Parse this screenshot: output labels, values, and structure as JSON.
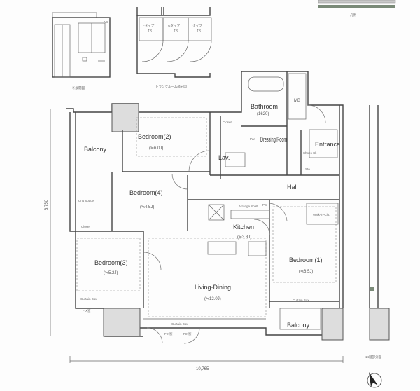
{
  "detail_views": {
    "elevation_ac": "AC",
    "elevation_caption": "④展開図",
    "trunk_rooms": [
      {
        "type": "Fタイプ",
        "code": "TR"
      },
      {
        "type": "Gタイプ",
        "code": "TR"
      },
      {
        "type": "Iタイプ",
        "code": "TR"
      }
    ],
    "trunk_caption": "トランクルーム部分図",
    "legend_caption": "凡例"
  },
  "rooms": {
    "bathroom": "Bathroom",
    "bathroom_size": "(1620)",
    "mb": "MB",
    "bedroom2": "Bedroom(2)",
    "bedroom2_size": "(≒6.0J)",
    "balcony_left": "Balcony",
    "closet": "Closet",
    "pan": "Pan",
    "dressing": "Dressing Room",
    "lav": "Lav.",
    "entrance": "Entrance",
    "shoes_cl": "Shoes Cl.",
    "sto": "Sto.",
    "hall": "Hall",
    "bedroom4": "Bedroom(4)",
    "bedroom4_size": "(≒4.5J)",
    "unit_space": "Unit Space",
    "arrange_shelf": "Arrange Shelf",
    "ps": "PS",
    "kitchen": "Kitchen",
    "kitchen_size": "(≒3.3J)",
    "bedroom3": "Bedroom(3)",
    "bedroom3_size": "(≒5.2J)",
    "living": "Living·Dining",
    "living_size": "(≒12.0J)",
    "bedroom1": "Bedroom(1)",
    "bedroom1_size": "(≒6.5J)",
    "balcony_right": "Balcony",
    "curtain_box": "Curtain Box",
    "fix": "FIX窓",
    "wic": "Walk-in-Clo."
  },
  "dimensions": {
    "width": "10,765",
    "depth": "8,750"
  },
  "floor_caption": "14階部分図"
}
